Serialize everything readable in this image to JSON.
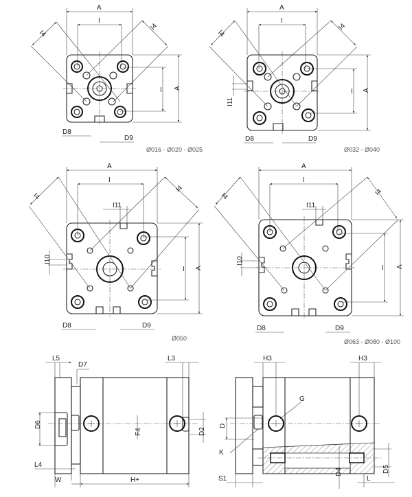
{
  "views": {
    "small": {
      "caption": "Ø016 - Ø020 - Ø025",
      "labels": {
        "A": "A",
        "I": "I",
        "I4": "I4",
        "D8": "D8",
        "D9": "D9"
      }
    },
    "medium": {
      "caption": "Ø032 - Ø040",
      "labels": {
        "A": "A",
        "I": "I",
        "I4": "I4",
        "I11": "I11",
        "D8": "D8",
        "D9": "D9"
      }
    },
    "ø050": {
      "caption": "Ø050",
      "labels": {
        "A": "A",
        "I": "I",
        "I4": "I4",
        "I10": "I10",
        "I11": "I11",
        "D8": "D8",
        "D9": "D9"
      }
    },
    "large": {
      "caption": "Ø063 - Ø080 - Ø100",
      "labels": {
        "A": "A",
        "I": "I",
        "I4": "I4",
        "I10": "I10",
        "I11": "I11",
        "D8": "D8",
        "D9": "D9"
      }
    },
    "side": {
      "labels": {
        "L5": "L5",
        "D7": "D7",
        "L3": "L3",
        "D6": "D6",
        "F4": "F4",
        "D2": "D2",
        "L4": "L4",
        "W": "W",
        "H": "H+"
      }
    },
    "section": {
      "labels": {
        "H3": "H3",
        "G": "G",
        "D": "D",
        "K": "K",
        "S1": "S1",
        "D4": "D4",
        "D5": "D5",
        "L": "L"
      }
    }
  }
}
